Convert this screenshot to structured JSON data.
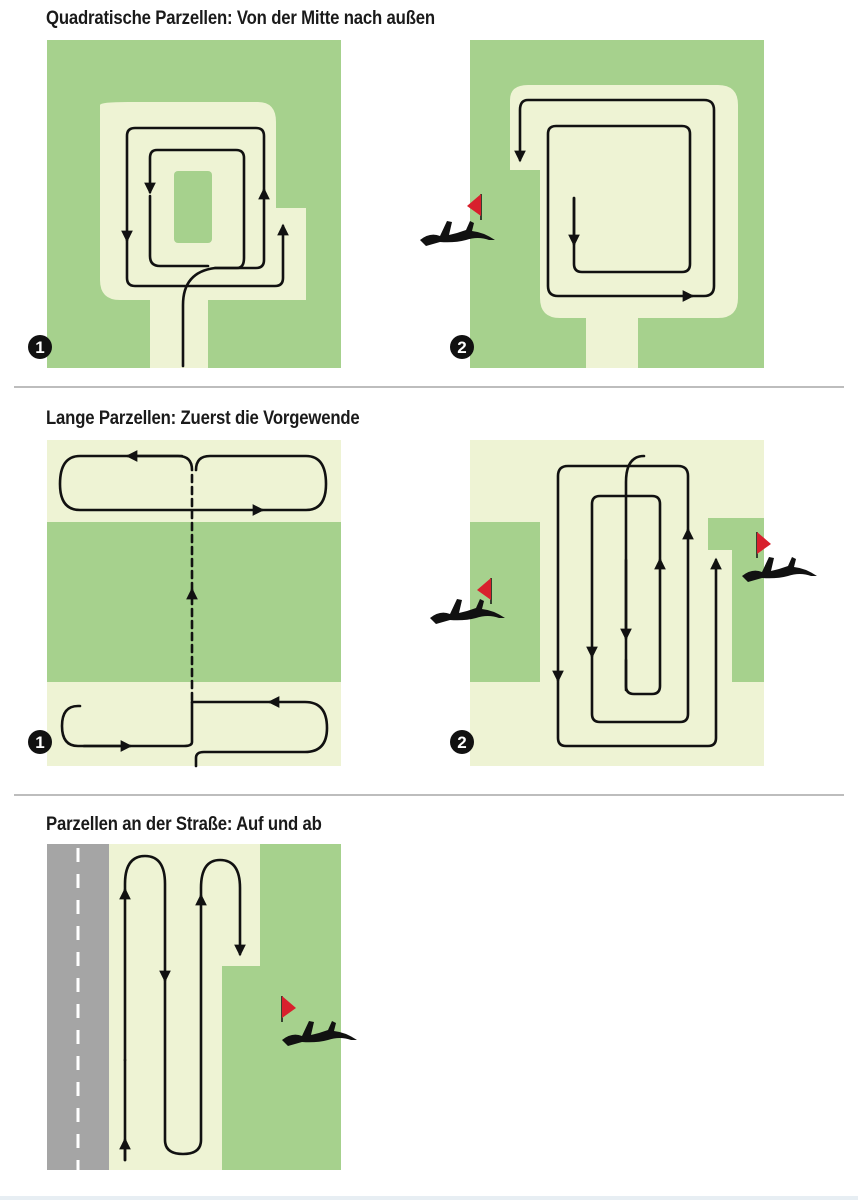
{
  "sections": [
    {
      "title": "Quadratische Parzellen: Von der Mitte nach außen",
      "panels": [
        {
          "badge": "1",
          "has_hare": false
        },
        {
          "badge": "2",
          "has_hare": true
        }
      ]
    },
    {
      "title": "Lange Parzellen: Zuerst die Vorgewende",
      "panels": [
        {
          "badge": "1",
          "has_hare": false
        },
        {
          "badge": "2",
          "has_hare": true
        }
      ]
    },
    {
      "title": "Parzellen an der Straße: Auf und ab",
      "panels": [
        {
          "badge": "",
          "has_hare": true
        }
      ]
    }
  ],
  "colors": {
    "field": "#a6d18d",
    "mowed": "#eef3d4",
    "road": "#a5a5a5",
    "path": "#111111",
    "flag": "#d8202d",
    "badge": "#111111"
  },
  "icons": [
    "hare-icon",
    "red-flag-icon",
    "number-badge-icon",
    "arrow-icon"
  ]
}
